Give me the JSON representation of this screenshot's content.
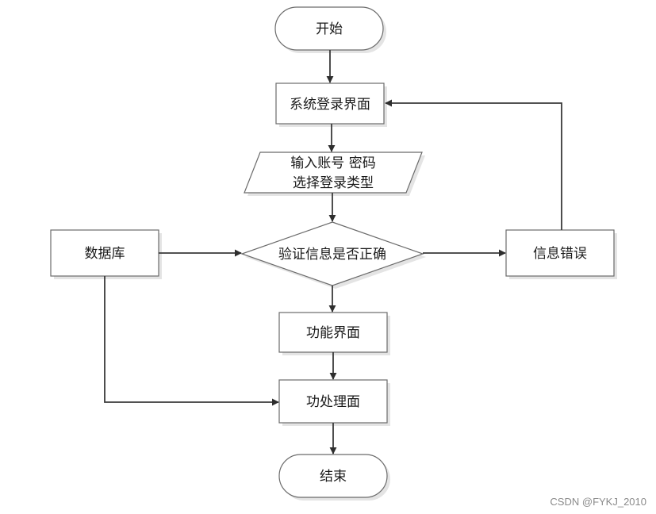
{
  "flowchart": {
    "nodes": {
      "start": "开始",
      "login_page": "系统登录界面",
      "input_line1": "输入账号 密码",
      "input_line2": "选择登录类型",
      "verify": "验证信息是否正确",
      "database": "数据库",
      "error": "信息错误",
      "function_page": "功能界面",
      "process_page": "功处理面",
      "end": "结束"
    }
  },
  "watermark": "CSDN @FYKJ_2010"
}
